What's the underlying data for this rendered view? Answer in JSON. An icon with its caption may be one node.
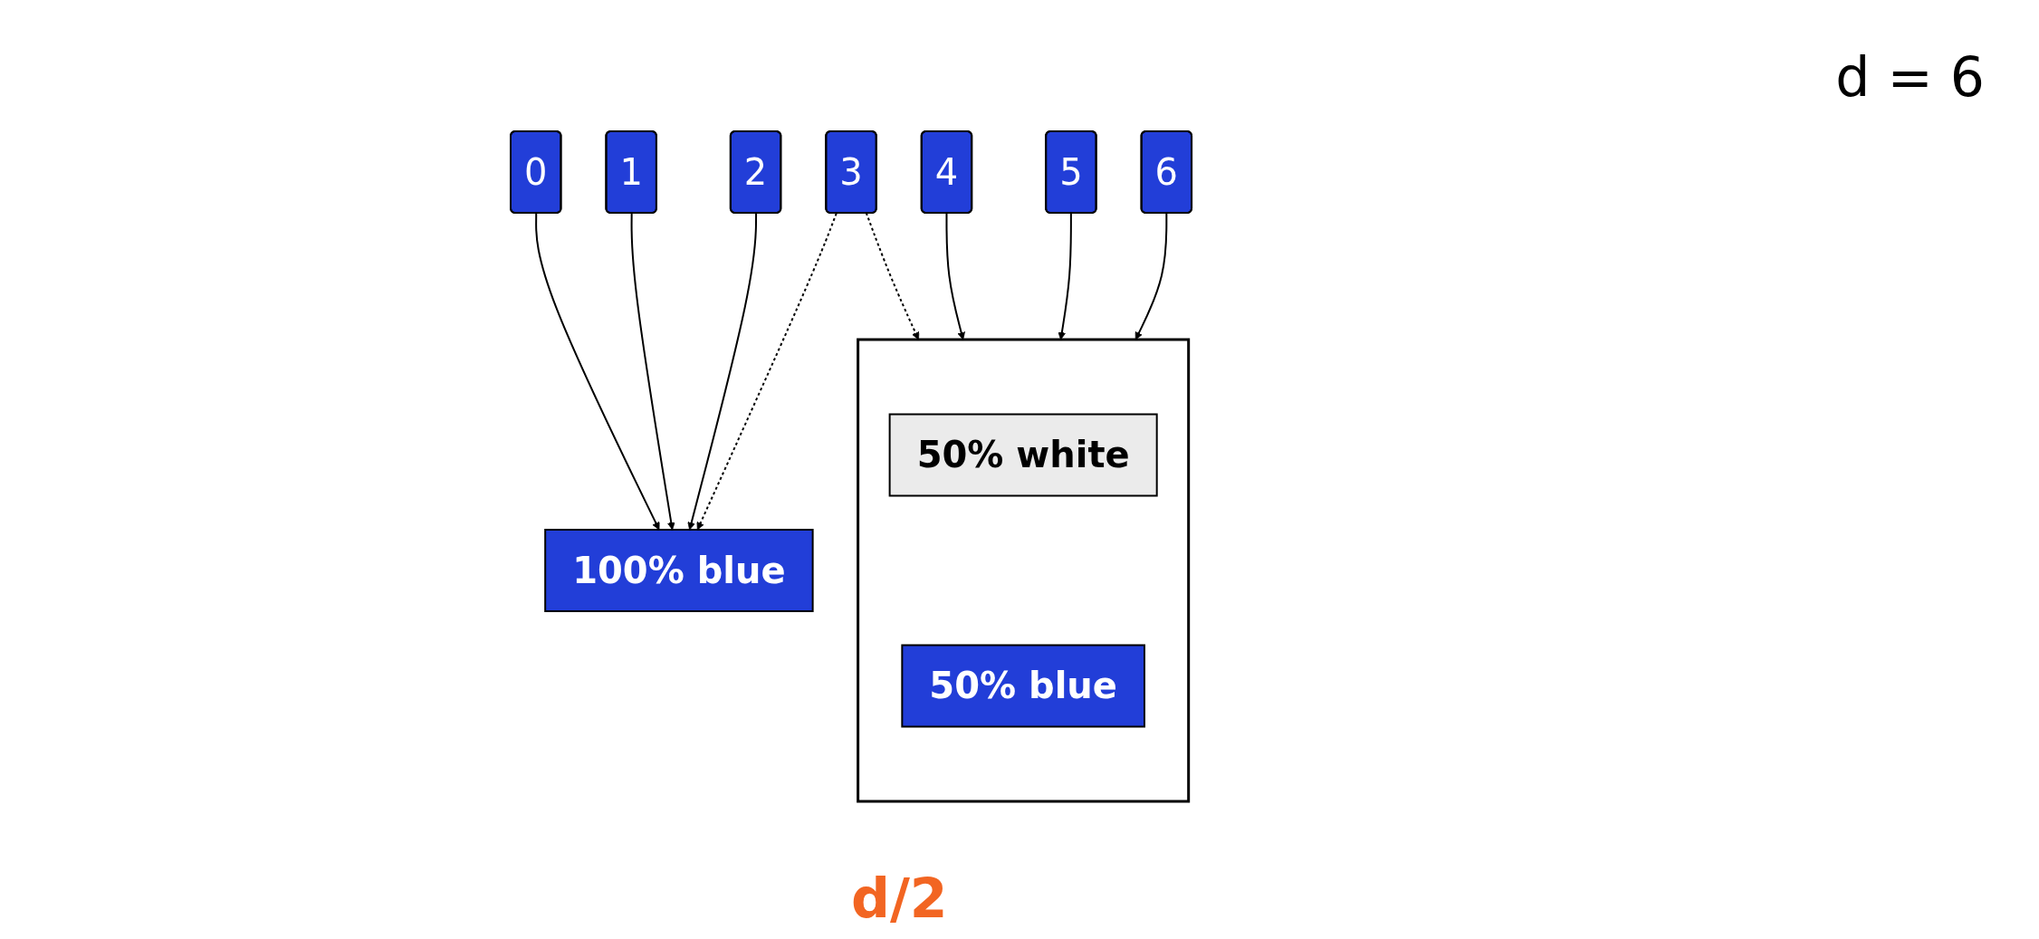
{
  "diagram": {
    "nodes": [
      {
        "text": [
          "0"
        ]
      },
      {
        "text": [
          "1"
        ]
      },
      {
        "text": [
          "2"
        ]
      },
      {
        "text": [
          "3"
        ]
      },
      {
        "text": [
          "4"
        ]
      },
      {
        "text": [
          "5"
        ]
      },
      {
        "text": [
          "6"
        ]
      },
      {
        "text": [
          "100% blue"
        ]
      },
      {
        "text": [],
        "shape": "box"
      },
      {
        "text": [
          "50% white"
        ],
        "in": 8
      },
      {
        "text": [
          "50% blue"
        ],
        "in": 8
      }
    ],
    "edges": [
      {
        "from": 0,
        "to": 7,
        "arrow": "to"
      },
      {
        "from": 1,
        "to": 7,
        "arrow": "to"
      },
      {
        "from": 2,
        "to": 7,
        "arrow": "to"
      },
      {
        "from": 3,
        "to": 7,
        "arrow": "to",
        "style": "dashed"
      },
      {
        "from": 3,
        "to": 8,
        "arrow": "to",
        "style": "dashed"
      },
      {
        "from": 4,
        "to": 8,
        "arrow": "to"
      },
      {
        "from": 5,
        "to": 8,
        "arrow": "to"
      },
      {
        "from": 6,
        "to": 8,
        "arrow": "to"
      }
    ],
    "labels": [
      "d = 6",
      "d/2"
    ]
  }
}
